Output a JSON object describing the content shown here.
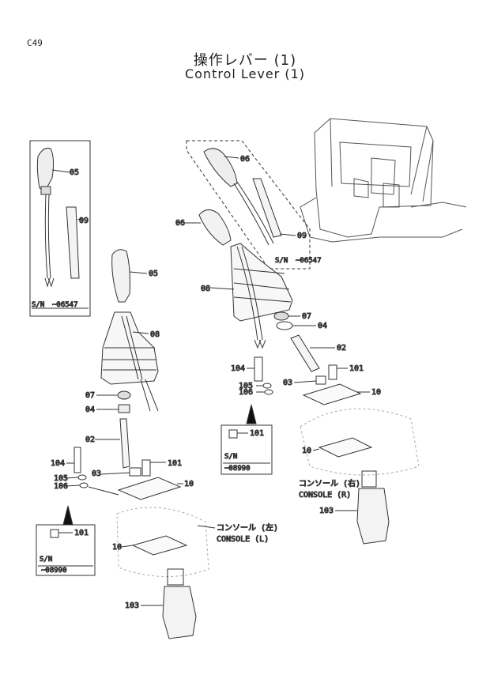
{
  "page_code": "C49",
  "title_jp": "操作レバー (1)",
  "title_en": "Control Lever (1)",
  "parts": {
    "p05a": "05",
    "p09a": "09",
    "sn_a": "S/N",
    "sn_a_val": "~06547",
    "p05b": "05",
    "p08a": "08",
    "p07a": "07",
    "p04a": "04",
    "p02a": "02",
    "p104a": "104",
    "p03a": "03",
    "p101a": "101",
    "p105a": "105",
    "p106a": "106",
    "p10a": "10",
    "inset101a": "101",
    "sn_c": "S/N",
    "sn_c_val": "~08990",
    "p10b": "10",
    "console_l_jp": "コンソール (左)",
    "console_l_en": "CONSOLE (L)",
    "p103a": "103",
    "p06a": "06",
    "p09b": "09",
    "sn_b": "S/N",
    "sn_b_val": "~06547",
    "p06b": "06",
    "p08b": "08",
    "p07b": "07",
    "p04b": "04",
    "p02b": "02",
    "p104b": "104",
    "p101b": "101",
    "p105b": "105",
    "p03b": "03",
    "p106b": "106",
    "p10c": "10",
    "inset101b": "101",
    "sn_d": "S/N",
    "sn_d_val": "~08990",
    "p10d": "10",
    "console_r_jp": "コンソール (右)",
    "console_r_en": "CONSOLE (R)",
    "p103b": "103"
  }
}
